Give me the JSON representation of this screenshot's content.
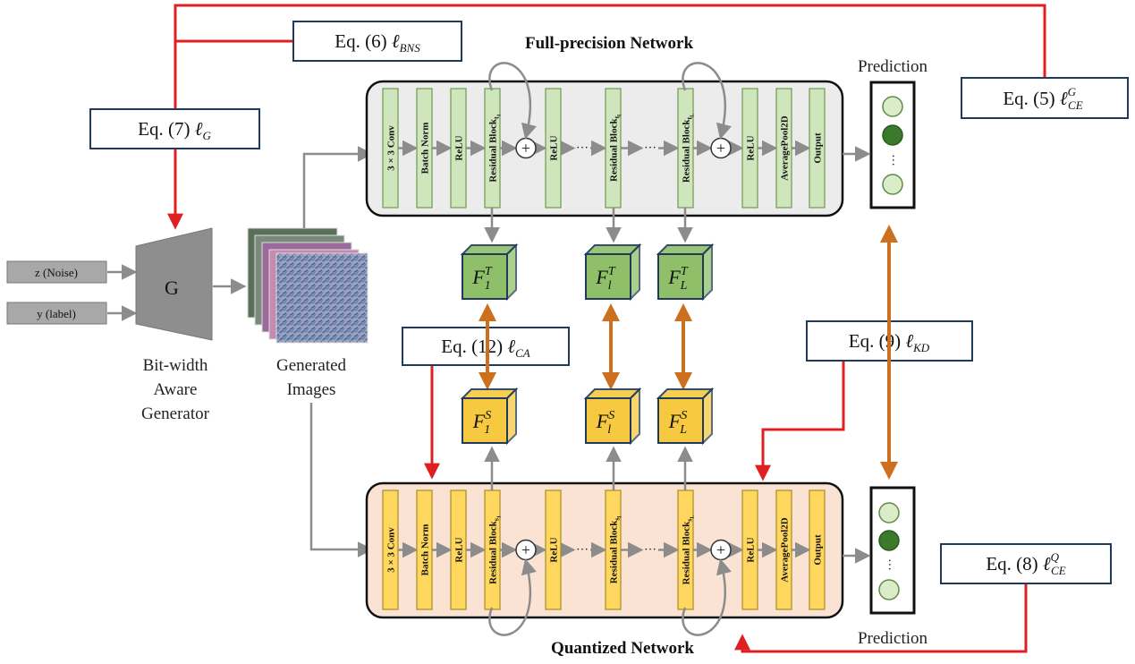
{
  "titles": {
    "full_precision": "Full-precision Network",
    "quantized": "Quantized Network"
  },
  "prediction_label": "Prediction",
  "generator": {
    "symbol": "G",
    "caption_lines": [
      "Bit-width",
      "Aware",
      "Generator"
    ]
  },
  "inputs": {
    "noise": "z (Noise)",
    "label": "y (label)"
  },
  "generated_images_lines": [
    "Generated",
    "Images"
  ],
  "equations": {
    "bns": {
      "prefix": "Eq. (6) ",
      "symbol": "ℓ",
      "sub": "BNS",
      "sup": ""
    },
    "g": {
      "prefix": "Eq. (7) ",
      "symbol": "ℓ",
      "sub": "G",
      "sup": ""
    },
    "ce_g": {
      "prefix": "Eq. (5) ",
      "symbol": "ℓ",
      "sub": "CE",
      "sup": "G"
    },
    "ca": {
      "prefix": "Eq. (12) ",
      "symbol": "ℓ",
      "sub": "CA",
      "sup": ""
    },
    "kd": {
      "prefix": "Eq. (9) ",
      "symbol": "ℓ",
      "sub": "KD",
      "sup": ""
    },
    "ce_q": {
      "prefix": "Eq. (8) ",
      "symbol": "ℓ",
      "sub": "CE",
      "sup": "Q"
    }
  },
  "layers": {
    "conv": "3 × 3 Conv",
    "batch_norm": "Batch Norm",
    "relu": "ReLU",
    "average_pool": "AveragePool2D",
    "output": "Output",
    "residual_block": "Residual Block",
    "teacher_subscripts": [
      "t",
      "t",
      "t"
    ],
    "student_subscripts": [
      "s",
      "s",
      "s"
    ],
    "block_indices": [
      "1",
      "l",
      "L"
    ]
  },
  "ellipsis": "···",
  "plus": "+",
  "feature_maps": {
    "base": "F",
    "teacher_sup": "T",
    "student_sup": "S",
    "indices": [
      "1",
      "l",
      "L"
    ]
  },
  "colors": {
    "teacher_layer": "#cfe6bd",
    "teacher_layer_border": "#6f9a50",
    "student_layer": "#ffd75e",
    "student_layer_border": "#a78b22",
    "teacher_cube": "#8fbf68",
    "student_cube": "#f6c940",
    "cube_border": "#1f3a5a",
    "teacher_panel": "#ececec",
    "student_panel": "#fbe3d3",
    "loss_red": "#e02020",
    "kd_orange": "#cc7020",
    "arrow_gray": "#8c8c8c",
    "eq_border": "#1f3a5a",
    "pred_light": "#dbecc9",
    "pred_dark": "#3a7a2a"
  }
}
